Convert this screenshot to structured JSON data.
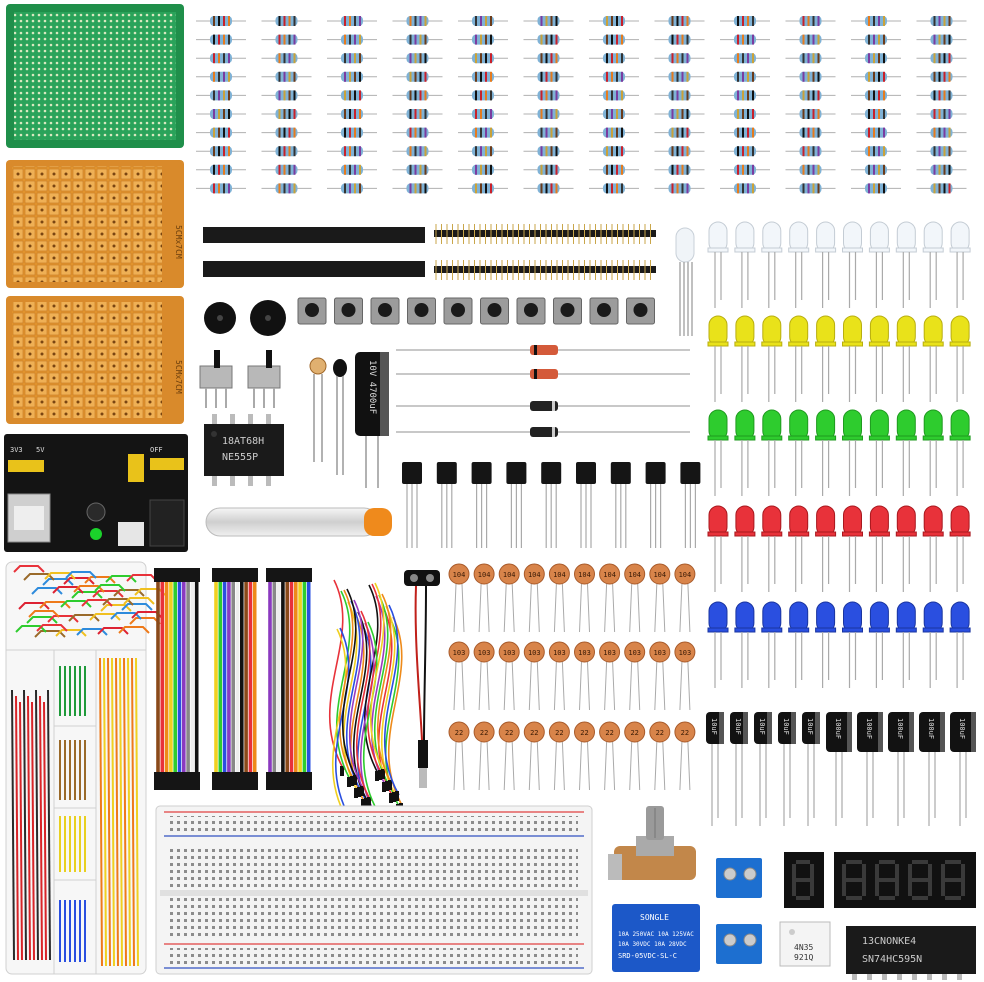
{
  "ic_555": {
    "line1": "18AT68H",
    "line2": "NE555P"
  },
  "electrolytic_big": {
    "label": "10V 4700uF"
  },
  "capacitor_codes": {
    "row1": "104",
    "row2": "103",
    "row3": "22"
  },
  "electrolytic_small_label": "10uF",
  "electrolytic_large_label": "100uF",
  "relay": {
    "brand": "SONGLE",
    "line1": "10A 250VAC  10A 125VAC",
    "line2": "10A 30VDC  10A 28VDC",
    "line3": "SRD-05VDC-SL-C"
  },
  "optocoupler": {
    "line1": "4N35",
    "line2": "921Q"
  },
  "ic_595": {
    "line1": "13CNONKE4",
    "line2": "SN74HC595N"
  },
  "power_module_labels": [
    "3V3",
    "5V",
    "OFF"
  ],
  "pcb_label": "5CMx7CM",
  "colors": {
    "green_pcb": "#1f8f4a",
    "orange_pcb": "#d98a2b",
    "led_yellow": "#e9e21a",
    "led_green": "#2ecc2e",
    "led_red": "#e8323a",
    "led_blue": "#2a4fe0",
    "ceramic_cap": "#d8844a",
    "terminal_blue": "#1d6fd0",
    "relay_blue": "#1c58c8"
  }
}
